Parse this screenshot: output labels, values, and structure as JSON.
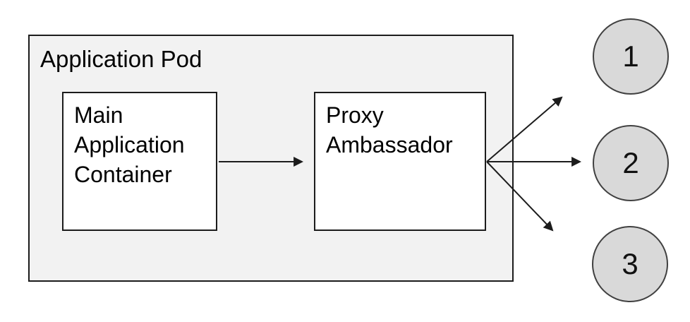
{
  "diagram": {
    "pod": {
      "label": "Application Pod"
    },
    "containers": [
      {
        "id": "main-application-container",
        "label": "Main Application Container"
      },
      {
        "id": "proxy-ambassador",
        "label": "Proxy Ambassador"
      }
    ],
    "nodes": [
      {
        "id": "node-1",
        "label": "1"
      },
      {
        "id": "node-2",
        "label": "2"
      },
      {
        "id": "node-3",
        "label": "3"
      }
    ],
    "edges": [
      {
        "from": "Main Application Container",
        "to": "Proxy Ambassador"
      },
      {
        "from": "Proxy Ambassador",
        "to": "1"
      },
      {
        "from": "Proxy Ambassador",
        "to": "2"
      },
      {
        "from": "Proxy Ambassador",
        "to": "3"
      }
    ],
    "colors": {
      "pod_fill": "#f2f2f2",
      "box_fill": "#ffffff",
      "node_fill": "#d9d9d9",
      "stroke": "#1c1c1c",
      "node_stroke": "#404040",
      "text": "#000000"
    }
  }
}
